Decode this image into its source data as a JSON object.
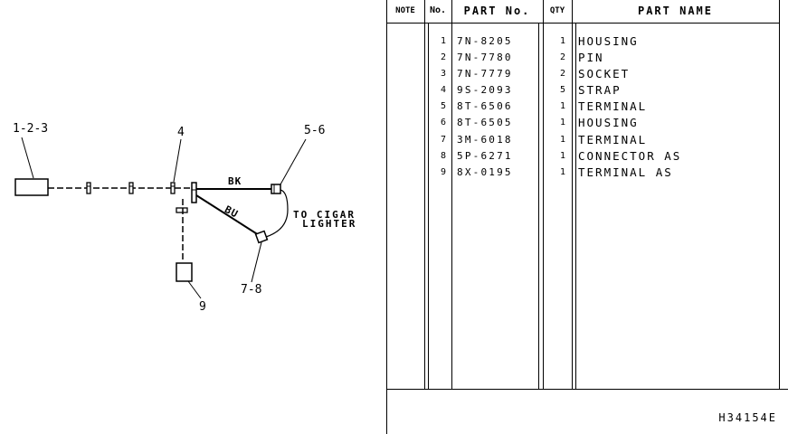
{
  "diagram": {
    "callouts": {
      "c123": "1-2-3",
      "c4": "4",
      "c56": "5-6",
      "c78": "7-8",
      "c9": "9"
    },
    "wires": {
      "bk": "BK",
      "bu": "BU"
    },
    "note": {
      "line1": "TO CIGAR",
      "line2": "LIGHTER"
    }
  },
  "table": {
    "headers": {
      "note": "NOTE",
      "no": "No.",
      "part_no": "PART No.",
      "qty": "QTY",
      "part_name": "PART NAME"
    },
    "rows": [
      {
        "no": "1",
        "part_no": "7N-8205",
        "qty": "1",
        "name": "HOUSING"
      },
      {
        "no": "2",
        "part_no": "7N-7780",
        "qty": "2",
        "name": "PIN"
      },
      {
        "no": "3",
        "part_no": "7N-7779",
        "qty": "2",
        "name": "SOCKET"
      },
      {
        "no": "4",
        "part_no": "9S-2093",
        "qty": "5",
        "name": "STRAP"
      },
      {
        "no": "5",
        "part_no": "8T-6506",
        "qty": "1",
        "name": "TERMINAL"
      },
      {
        "no": "6",
        "part_no": "8T-6505",
        "qty": "1",
        "name": "HOUSING"
      },
      {
        "no": "7",
        "part_no": "3M-6018",
        "qty": "1",
        "name": "TERMINAL"
      },
      {
        "no": "8",
        "part_no": "5P-6271",
        "qty": "1",
        "name": "CONNECTOR AS"
      },
      {
        "no": "9",
        "part_no": "8X-0195",
        "qty": "1",
        "name": "TERMINAL AS"
      }
    ],
    "drawing_ref": "H34154E"
  }
}
